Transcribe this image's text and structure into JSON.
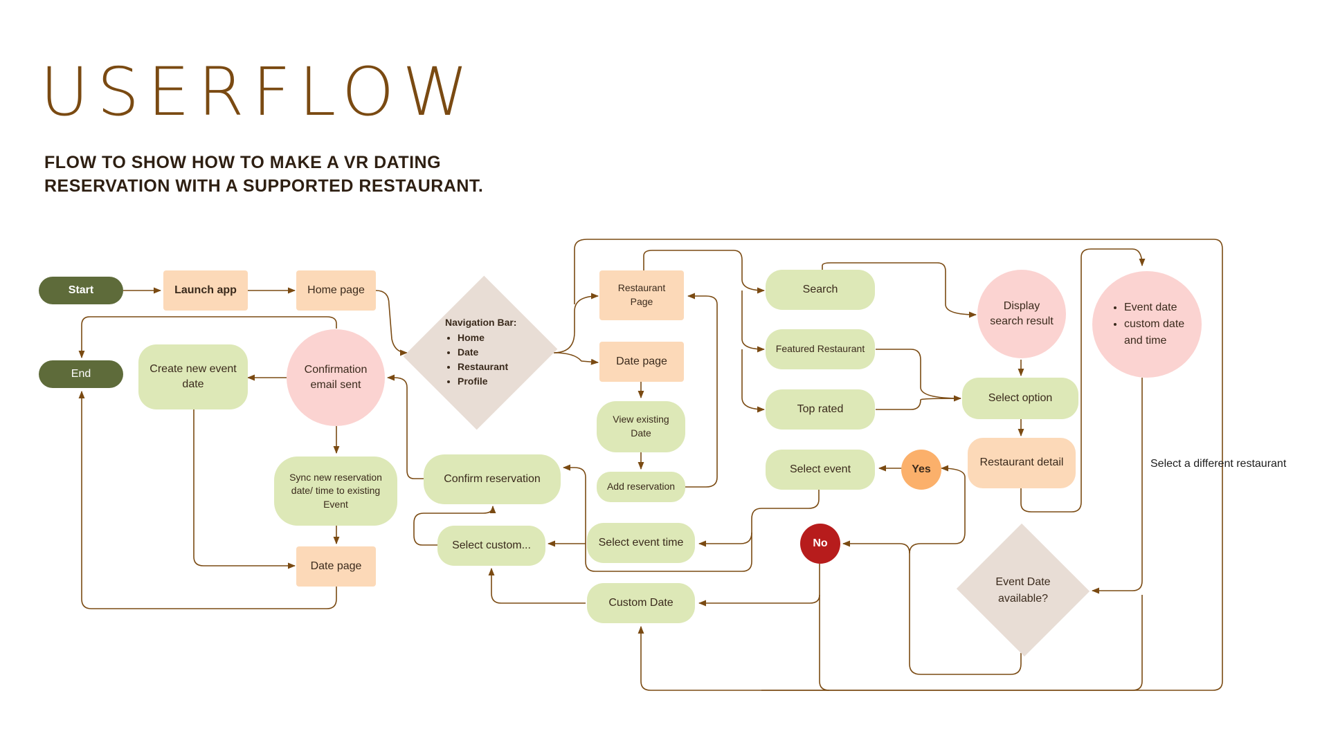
{
  "title": "USERFLOW",
  "subtitle": "FLOW TO SHOW HOW TO MAKE A VR DATING RESERVATION WITH A SUPPORTED RESTAURANT.",
  "nodes": {
    "start": "Start",
    "end": "End",
    "launch_app": "Launch app",
    "home_page": "Home page",
    "create_event": "Create new event date",
    "confirmation_email": "Confirmation email sent",
    "sync_reservation": "Sync new reservation date/ time to existing Event",
    "date_page_left": "Date page",
    "navigation_bar": {
      "title": "Navigation Bar:",
      "items": [
        "Home",
        "Date",
        "Restaurant",
        "Profile"
      ]
    },
    "confirm_reservation": "Confirm reservation",
    "select_custom": "Select custom...",
    "restaurant_page": "Restaurant Page",
    "date_page": "Date page",
    "view_existing": "View existing Date",
    "add_reservation": "Add reservation",
    "select_event_time": "Select event  time",
    "custom_date": "Custom Date",
    "search": "Search",
    "featured_restaurant": "Featured Restaurant",
    "top_rated": "Top rated",
    "select_event": "Select event",
    "display_search": "Display search result",
    "select_option": "Select option",
    "restaurant_detail": "Restaurant detail",
    "yes": "Yes",
    "no": "No",
    "event_date_available": "Event Date available?",
    "event_date_options": [
      "Event date",
      "custom date and time"
    ],
    "select_different": "Select a different restaurant"
  },
  "colors": {
    "title": "#7a4a12",
    "connector": "#7a4a12",
    "dark_green": "#5e6b3a",
    "light_green": "#dde8b7",
    "orange": "#fcd9b8",
    "pink": "#fbd3d1",
    "diamond": "#e8ddd5",
    "yes": "#fbb06b",
    "no": "#b71c1c"
  }
}
